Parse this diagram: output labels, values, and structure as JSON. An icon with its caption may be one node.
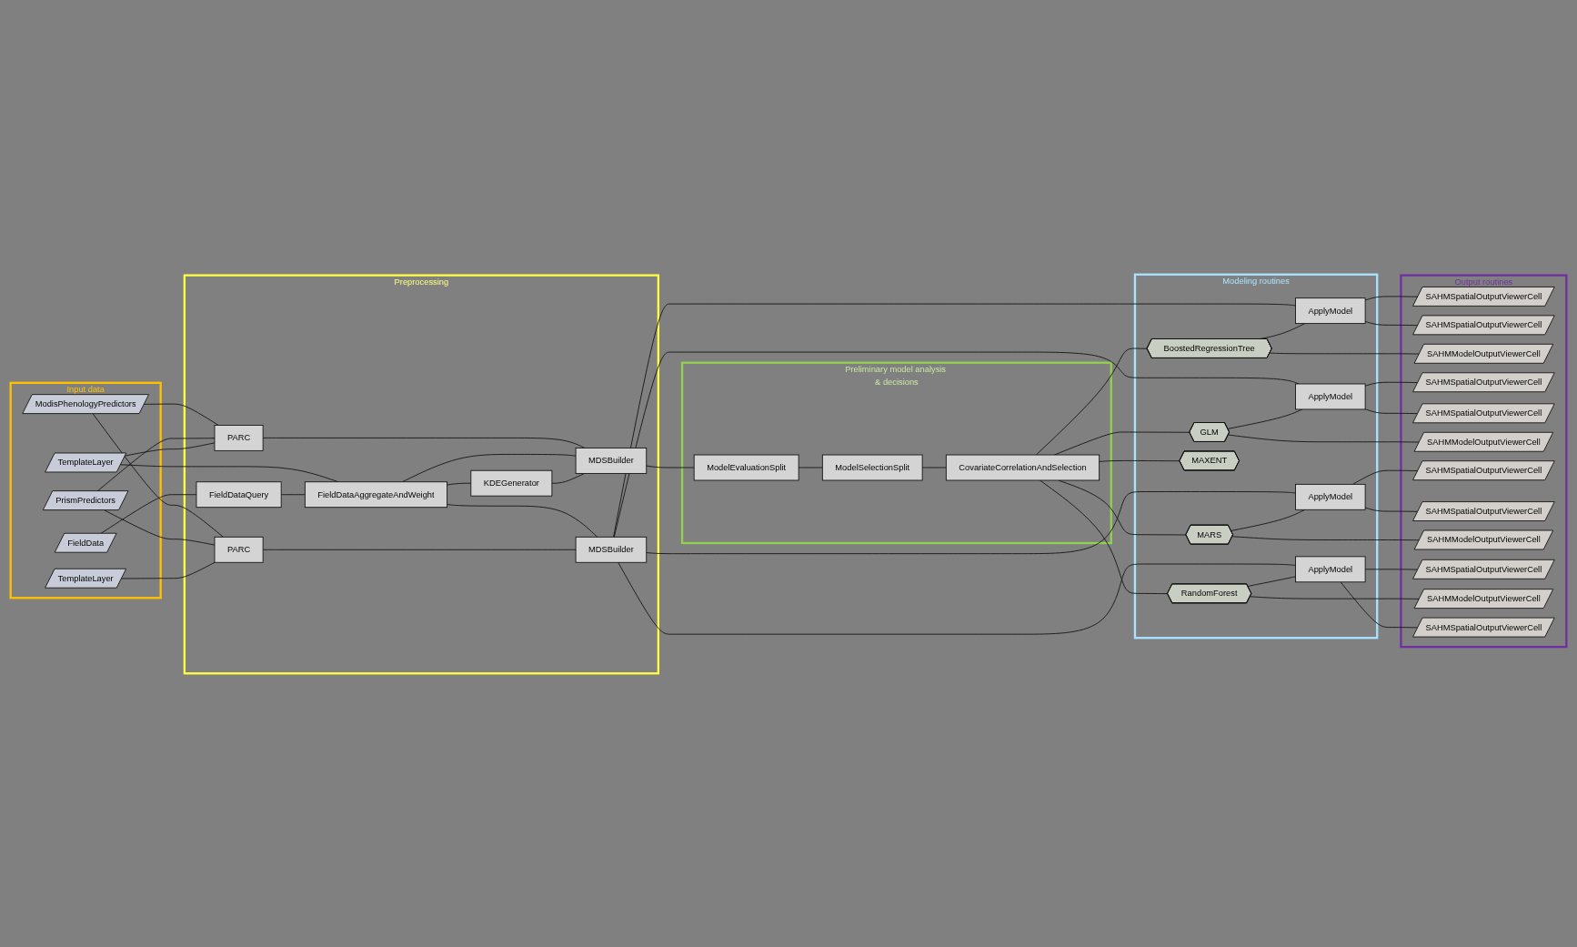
{
  "diagram": {
    "nodes": [
      {
        "text": [
          "Input data"
        ]
      },
      {
        "text": [
          "ModisPhenologyPredictors"
        ],
        "in": 0
      },
      {
        "text": [
          "TemplateLayer"
        ],
        "in": 0
      },
      {
        "text": [
          "FieldData"
        ],
        "in": 0
      },
      {
        "text": [
          "TemplateLayer"
        ],
        "in": 0
      },
      {
        "text": [
          "PrismPredictors"
        ],
        "in": 0
      },
      {
        "text": [
          "Preprocessing"
        ]
      },
      {
        "text": [
          "FieldDataQuery"
        ],
        "in": 6
      },
      {
        "text": [
          "PARC"
        ],
        "in": 6
      },
      {
        "text": [
          "PARC"
        ],
        "in": 6
      },
      {
        "text": [
          "FieldDataAggregateAndWeight"
        ],
        "in": 6
      },
      {
        "text": [
          "MDSBuilder"
        ],
        "in": 6
      },
      {
        "text": [
          "KDEGenerator"
        ],
        "in": 6
      },
      {
        "text": [
          "MDSBuilder"
        ],
        "in": 6
      },
      {
        "text": [
          "Preliminary model analysis & decisions"
        ]
      },
      {
        "text": [
          "ModelEvaluationSplit"
        ],
        "in": 14
      },
      {
        "text": [
          "ModelSelectionSplit"
        ],
        "in": 14
      },
      {
        "text": [
          "CovariateCorrelationAndSelection"
        ],
        "in": 14
      },
      {
        "text": [
          "Modeling routines"
        ]
      },
      {
        "text": [
          "BoostedRegressionTree"
        ],
        "in": 18
      },
      {
        "text": [
          "ApplyModel"
        ],
        "in": 18
      },
      {
        "text": [
          "GLM"
        ],
        "in": 18
      },
      {
        "text": [
          "ApplyModel"
        ],
        "in": 18
      },
      {
        "text": [
          "MARS"
        ],
        "in": 18
      },
      {
        "text": [
          "ApplyModel"
        ],
        "in": 18
      },
      {
        "text": [
          "RandomForest"
        ],
        "in": 18
      },
      {
        "text": [
          "ApplyModel"
        ],
        "in": 18
      },
      {
        "text": [
          "MAXENT"
        ],
        "in": 18
      },
      {
        "text": [
          "Output routines"
        ]
      },
      {
        "text": [
          "SAHMSpatialOutputViewerCell"
        ],
        "in": 28
      },
      {
        "text": [
          "SAHMSpatialOutputViewerCell"
        ],
        "in": 28
      },
      {
        "text": [
          "SAHMModelOutputViewerCell"
        ],
        "in": 28
      },
      {
        "text": [
          "SAHMSpatialOutputViewerCell"
        ],
        "in": 28
      },
      {
        "text": [
          "SAHMSpatialOutputViewerCell"
        ],
        "in": 28
      },
      {
        "text": [
          "SAHMModelOutputViewerCell"
        ],
        "in": 28
      },
      {
        "text": [
          "SAHMSpatialOutputViewerCell"
        ],
        "in": 28
      },
      {
        "text": [
          "SAHMSpatialOutputViewerCell"
        ],
        "in": 28
      },
      {
        "text": [
          "SAHMModelOutputViewerCell"
        ],
        "in": 28
      },
      {
        "text": [
          "SAHMSpatialOutputViewerCell"
        ],
        "in": 28
      },
      {
        "text": [
          "SAHMModelOutputViewerCell"
        ],
        "in": 28
      },
      {
        "text": [
          "SAHMSpatialOutputViewerCell"
        ],
        "in": 28
      }
    ],
    "edges": [
      {
        "from": 1,
        "to": 9,
        "arrow": "none"
      },
      {
        "from": 5,
        "to": 9,
        "arrow": "none"
      },
      {
        "from": 2,
        "to": 9,
        "arrow": "none"
      },
      {
        "from": 1,
        "to": 8,
        "arrow": "none"
      },
      {
        "from": 5,
        "to": 8,
        "arrow": "none"
      },
      {
        "from": 4,
        "to": 8,
        "arrow": "none"
      },
      {
        "from": 2,
        "to": 10,
        "arrow": "none"
      },
      {
        "from": 3,
        "to": 7,
        "arrow": "none"
      },
      {
        "from": 7,
        "to": 10,
        "arrow": "none"
      },
      {
        "from": 9,
        "to": 11,
        "arrow": "none"
      },
      {
        "from": 10,
        "to": 11,
        "arrow": "none"
      },
      {
        "from": 10,
        "to": 12,
        "arrow": "none"
      },
      {
        "from": 10,
        "to": 13,
        "arrow": "none"
      },
      {
        "from": 8,
        "to": 13,
        "arrow": "none"
      },
      {
        "from": 12,
        "to": 11,
        "arrow": "none"
      },
      {
        "from": 11,
        "to": 15,
        "arrow": "none"
      },
      {
        "from": 15,
        "to": 16,
        "arrow": "none"
      },
      {
        "from": 16,
        "to": 17,
        "arrow": "none"
      },
      {
        "from": 17,
        "to": 19,
        "arrow": "none"
      },
      {
        "from": 17,
        "to": 21,
        "arrow": "none"
      },
      {
        "from": 17,
        "to": 23,
        "arrow": "none"
      },
      {
        "from": 17,
        "to": 25,
        "arrow": "none"
      },
      {
        "from": 17,
        "to": 27,
        "arrow": "none"
      },
      {
        "from": 13,
        "to": 20,
        "arrow": "none"
      },
      {
        "from": 13,
        "to": 22,
        "arrow": "none"
      },
      {
        "from": 13,
        "to": 24,
        "arrow": "none"
      },
      {
        "from": 13,
        "to": 26,
        "arrow": "none"
      },
      {
        "from": 19,
        "to": 20,
        "arrow": "none"
      },
      {
        "from": 21,
        "to": 22,
        "arrow": "none"
      },
      {
        "from": 23,
        "to": 24,
        "arrow": "none"
      },
      {
        "from": 25,
        "to": 26,
        "arrow": "none"
      },
      {
        "from": 20,
        "to": 29,
        "arrow": "none"
      },
      {
        "from": 20,
        "to": 30,
        "arrow": "none"
      },
      {
        "from": 19,
        "to": 31,
        "arrow": "none"
      },
      {
        "from": 22,
        "to": 32,
        "arrow": "none"
      },
      {
        "from": 22,
        "to": 33,
        "arrow": "none"
      },
      {
        "from": 21,
        "to": 34,
        "arrow": "none"
      },
      {
        "from": 24,
        "to": 35,
        "arrow": "none"
      },
      {
        "from": 24,
        "to": 36,
        "arrow": "none"
      },
      {
        "from": 23,
        "to": 37,
        "arrow": "none"
      },
      {
        "from": 26,
        "to": 38,
        "arrow": "none"
      },
      {
        "from": 25,
        "to": 39,
        "arrow": "none"
      },
      {
        "from": 26,
        "to": 40,
        "arrow": "none"
      }
    ]
  }
}
